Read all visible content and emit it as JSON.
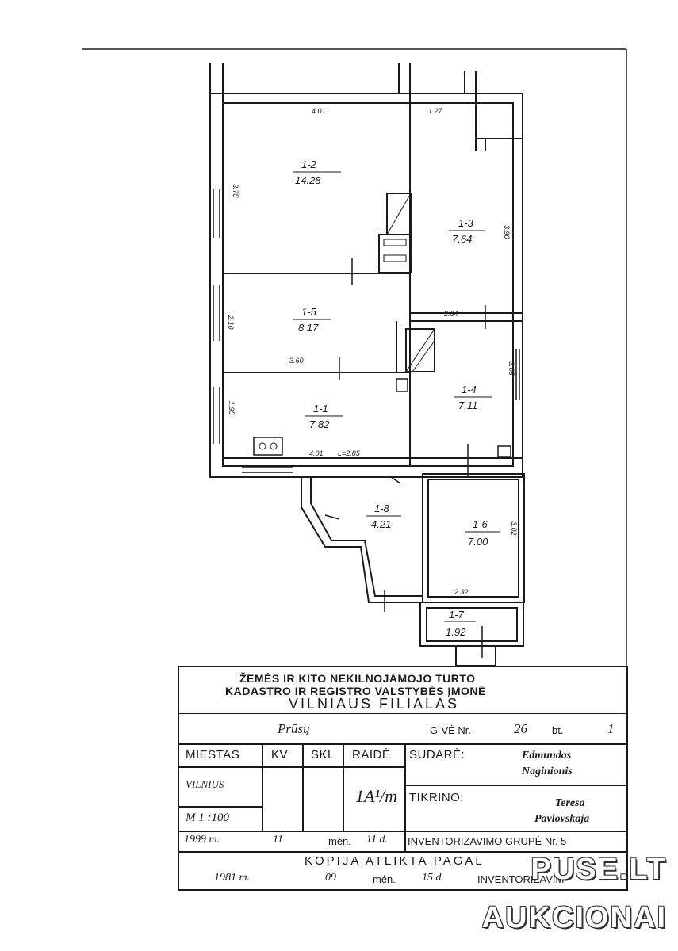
{
  "rooms": [
    {
      "id": "1-2",
      "area": "14.28"
    },
    {
      "id": "1-3",
      "area": "7.64"
    },
    {
      "id": "1-5",
      "area": "8.17"
    },
    {
      "id": "1-4",
      "area": "7.11"
    },
    {
      "id": "1-1",
      "area": "7.82"
    },
    {
      "id": "1-8",
      "area": "4.21"
    },
    {
      "id": "1-6",
      "area": "7.00"
    },
    {
      "id": "1-7",
      "area": "1.92"
    }
  ],
  "dimensions": {
    "d_401_top": "4.01",
    "d_127": "1.27",
    "d_378": "3.78",
    "d_390": "3.90",
    "d_264": "2.64",
    "d_210": "2.10",
    "d_360": "3.60",
    "d_305": "3.05",
    "d_195": "1.95",
    "d_401_bottom": "4.01",
    "d_285": "L=2.85",
    "d_302": "3.02",
    "d_232": "2.32"
  },
  "title_block": {
    "org_line1": "ŽEMĖS IR KITO NEKILNOJAMOJO TURTO",
    "org_line2": "KADASTRO IR REGISTRO VALSTYBĖS ĮMONĖ",
    "branch": "VILNIAUS FILIALAS",
    "street": "Prūsų",
    "street_label": "G-VĖ Nr.",
    "house_no": "26",
    "apt_label": "bt.",
    "apt_no": "1",
    "col_city": "MIESTAS",
    "col_kv": "KV",
    "col_skl": "SKL",
    "col_raide": "RAIDĖ",
    "sudare_label": "SUDARĖ:",
    "sudare_name1": "Edmundas",
    "sudare_name2": "Naginionis",
    "city_value": "VILNIUS",
    "raide_value": "1A¹/m",
    "tikrino_label": "TIKRINO:",
    "tikrino_name1": "Teresa",
    "tikrino_name2": "Pavlovskaja",
    "scale": "M 1 :100",
    "date_year": "1999 m.",
    "date_month": "11",
    "date_men": "mėn.",
    "date_day": "11 d.",
    "inv_group": "INVENTORIZAVIMO GRUPĖ Nr. 5",
    "copy_label": "KOPIJA ATLIKTA PAGAL",
    "copy_year": "1981 m.",
    "copy_month": "09",
    "copy_men": "mėn.",
    "copy_day": "15 d.",
    "copy_inv": "INVENTORIZAVIM"
  },
  "watermark": {
    "line1": "PUSE.LT",
    "line2": "AUKCIONAI"
  }
}
